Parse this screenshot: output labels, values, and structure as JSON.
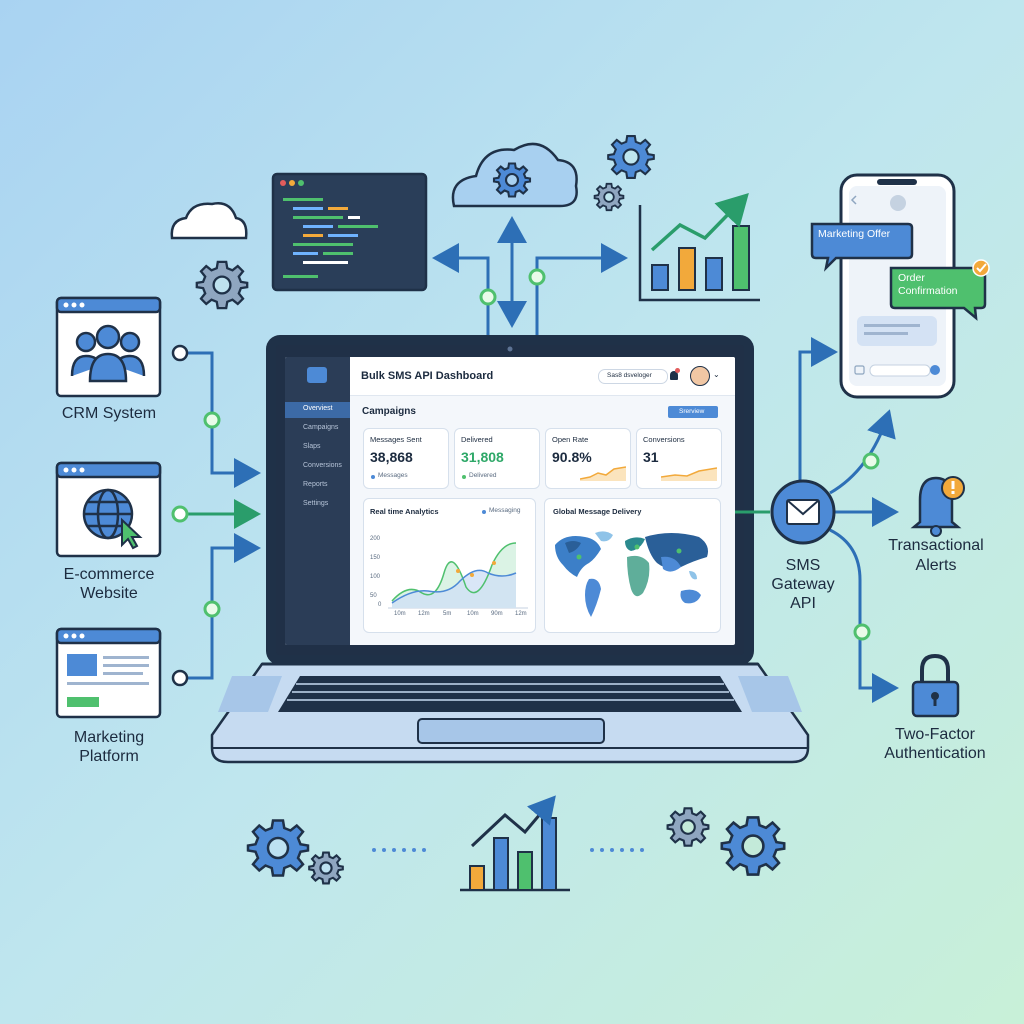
{
  "sources": {
    "crm": "CRM System",
    "ecommerce_line1": "E-commerce",
    "ecommerce_line2": "Website",
    "marketing_line1": "Marketing",
    "marketing_line2": "Platform"
  },
  "gateway": {
    "line1": "SMS",
    "line2": "Gateway",
    "line3": "API"
  },
  "outputs": {
    "transactional_line1": "Transactional",
    "transactional_line2": "Alerts",
    "twofa_line1": "Two-Factor",
    "twofa_line2": "Authentication"
  },
  "phone": {
    "bubble1": "Marketing Offer",
    "bubble2_line1": "Order",
    "bubble2_line2": "Confirmation"
  },
  "dashboard": {
    "title": "Bulk SMS API Dashboard",
    "account_label": "Sas8 dsveloger",
    "section_title": "Campaigns",
    "overview_button": "Srerview",
    "sidebar": [
      "Overviest",
      "Campaigns",
      "Slaps",
      "Conversions",
      "Reports",
      "Settings"
    ],
    "stats": [
      {
        "label": "Messages Sent",
        "value": "38,868",
        "sub": "Messages"
      },
      {
        "label": "Delivered",
        "value": "31,808",
        "sub": "Delivered"
      },
      {
        "label": "Open Rate",
        "value": "90.8%",
        "sub": ""
      },
      {
        "label": "Conversions",
        "value": "31",
        "sub": ""
      }
    ],
    "analytics_title": "Real time Analytics",
    "analytics_legend": "Messaging",
    "map_title": "Global Message Delivery",
    "y_ticks": [
      "200",
      "150",
      "100",
      "50",
      "0"
    ],
    "x_ticks": [
      "10m",
      "12m",
      "5m",
      "10m",
      "90m",
      "12m"
    ]
  },
  "colors": {
    "blue": "#3c7fc8",
    "green": "#4fc06e",
    "orange": "#f2a93b",
    "dark": "#1f3148",
    "teal": "#2b8a8e"
  }
}
